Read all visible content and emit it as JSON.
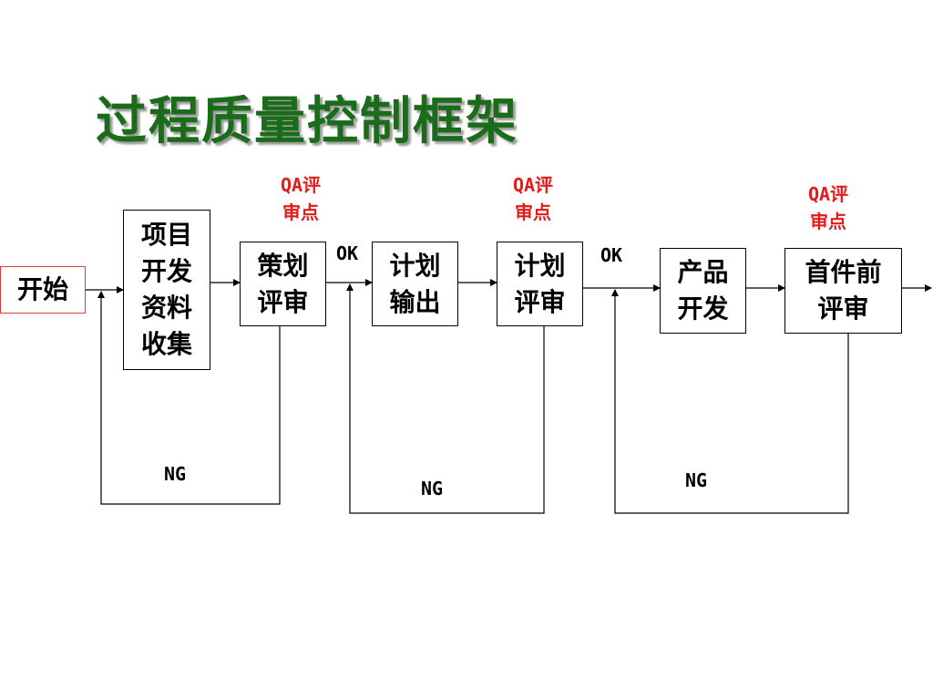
{
  "title": "过程质量控制框架",
  "nodes": {
    "start": "开始",
    "collect": "项目\n开发\n资料\n收集",
    "plan_review": "策划\n评审",
    "plan_output": "计划\n输出",
    "schedule_review": "计划\n评审",
    "product_dev": "产品\n开发",
    "first_article_review": "首件前\n评审"
  },
  "qa_points": [
    "QA评\n审点",
    "QA评\n审点",
    "QA评\n审点"
  ],
  "labels": {
    "ok_1": "OK",
    "ok_2": "OK",
    "ng_1": "NG",
    "ng_2": "NG",
    "ng_3": "NG"
  },
  "colors": {
    "title": "#1a6b1a",
    "qa_text": "#e31b1b",
    "start_border": "#e23b3b",
    "lines": "#000000"
  }
}
